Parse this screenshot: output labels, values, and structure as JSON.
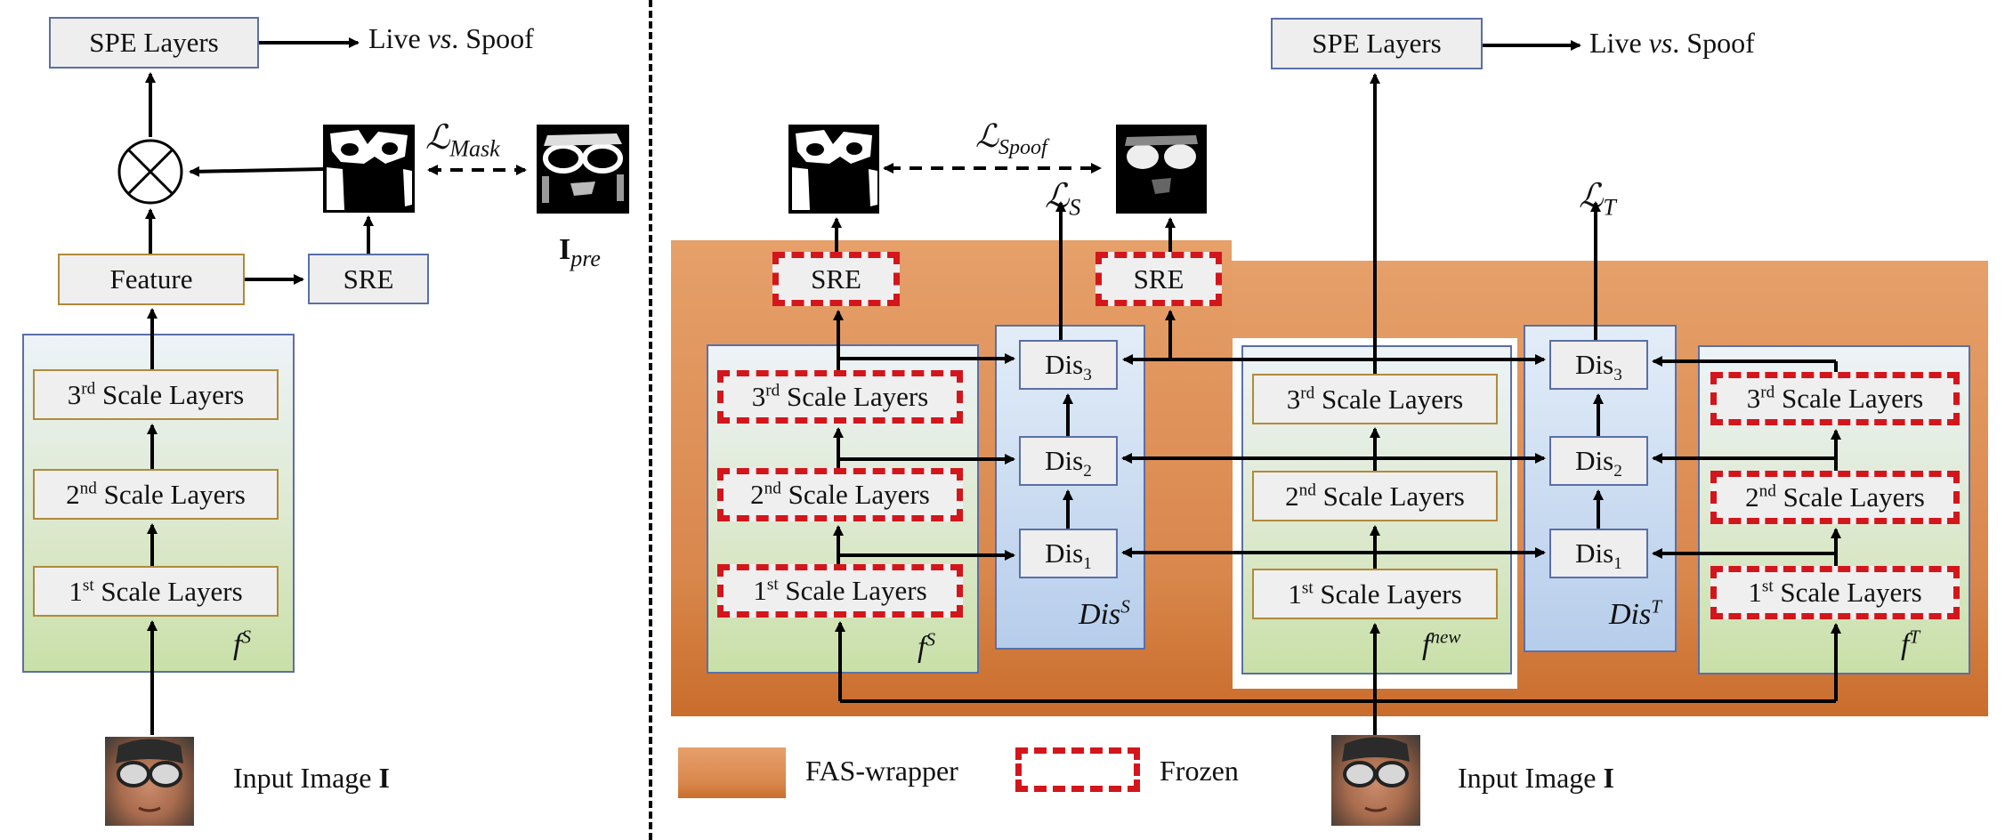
{
  "left": {
    "spe_label": "SPE Layers",
    "output_label_pre": "Live ",
    "output_label_vs": "vs",
    "output_label_post": ". Spoof",
    "loss_mask": "ℒ",
    "loss_mask_sub": "Mask",
    "ipre_main": "I",
    "ipre_sub": "pre",
    "feature_label": "Feature",
    "sre_label": "SRE",
    "scale3_pre": "3",
    "scale3_sup": "rd",
    "scale3_post": " Scale Layers",
    "scale2_pre": "2",
    "scale2_sup": "nd",
    "scale2_post": " Scale Layers",
    "scale1_pre": "1",
    "scale1_sup": "st",
    "scale1_post": " Scale Layers",
    "f_main": "f",
    "f_sup": "S",
    "input_label_pre": "Input Image ",
    "input_label_bold": "I",
    "multiply_symbol": "⊗"
  },
  "right": {
    "spe_label": "SPE Layers",
    "output_label_pre": "Live ",
    "output_label_vs": "vs",
    "output_label_post": ". Spoof",
    "loss_spoof": "ℒ",
    "loss_spoof_sub": "Spoof",
    "loss_s": "ℒ",
    "loss_s_sub": "S",
    "loss_t": "ℒ",
    "loss_t_sub": "T",
    "sre_label": "SRE",
    "dis_main": "Dis",
    "dis_sub_1": "1",
    "dis_sub_2": "2",
    "dis_sub_3": "3",
    "student_scale3_pre": "3",
    "student_scale3_sup": "rd",
    "student_scale3_post": " Scale Layers",
    "student_scale2_pre": "2",
    "student_scale2_sup": "nd",
    "student_scale2_post": " Scale Layers",
    "student_scale1_pre": "1",
    "student_scale1_sup": "st",
    "student_scale1_post": " Scale Layers",
    "new_scale3_pre": "3",
    "new_scale3_sup": "rd",
    "new_scale3_post": " Scale Layers",
    "new_scale2_pre": "2",
    "new_scale2_sup": "nd",
    "new_scale2_post": " Scale Layers",
    "new_scale1_pre": "1",
    "new_scale1_sup": "st",
    "new_scale1_post": " Scale Layers",
    "teacher_scale3_pre": "3",
    "teacher_scale3_sup": "rd",
    "teacher_scale3_post": " Scale Layers",
    "teacher_scale2_pre": "2",
    "teacher_scale2_sup": "nd",
    "teacher_scale2_post": " Scale Layers",
    "teacher_scale1_pre": "1",
    "teacher_scale1_sup": "st",
    "teacher_scale1_post": " Scale Layers",
    "fs_main": "f",
    "fs_sup": "S",
    "fnew_main": "f",
    "fnew_sup": "new",
    "ft_main": "f",
    "ft_sup": "T",
    "diss_main": "Dis",
    "diss_sup": "S",
    "dist_main": "Dis",
    "dist_sup": "T",
    "input_label_pre": "Input Image ",
    "input_label_bold": "I"
  },
  "legend": {
    "wrapper_label": "FAS-wrapper",
    "frozen_label": "Frozen"
  },
  "colors": {
    "box_border_blue": "#5a6fa8",
    "box_border_gold": "#b08a3a",
    "frozen_dash": "#d3161c",
    "wrapper_orange": "#d9874c"
  }
}
